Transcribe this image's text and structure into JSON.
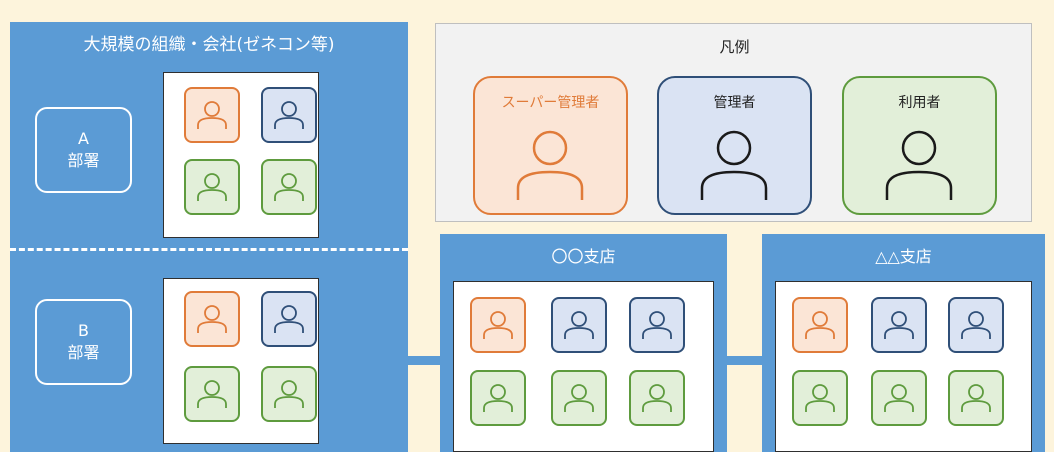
{
  "organization": {
    "title": "大規模の組織・会社(ゼネコン等)",
    "departments": [
      {
        "letter": "A",
        "name": "部署",
        "members": [
          "super",
          "admin",
          "user",
          "user"
        ]
      },
      {
        "letter": "B",
        "name": "部署",
        "members": [
          "super",
          "admin",
          "user",
          "user"
        ]
      }
    ]
  },
  "legend": {
    "title": "凡例",
    "items": [
      {
        "role": "super",
        "label": "スーパー管理者"
      },
      {
        "role": "admin",
        "label": "管理者"
      },
      {
        "role": "user",
        "label": "利用者"
      }
    ]
  },
  "branches": [
    {
      "title": "〇〇支店",
      "members": [
        "super",
        "admin",
        "admin",
        "user",
        "user",
        "user"
      ]
    },
    {
      "title": "△△支店",
      "members": [
        "super",
        "admin",
        "admin",
        "user",
        "user",
        "user"
      ]
    }
  ],
  "colors": {
    "super": "#e07b39",
    "admin": "#2f4f78",
    "user": "#5e9b3e",
    "panel": "#5b9bd5"
  }
}
